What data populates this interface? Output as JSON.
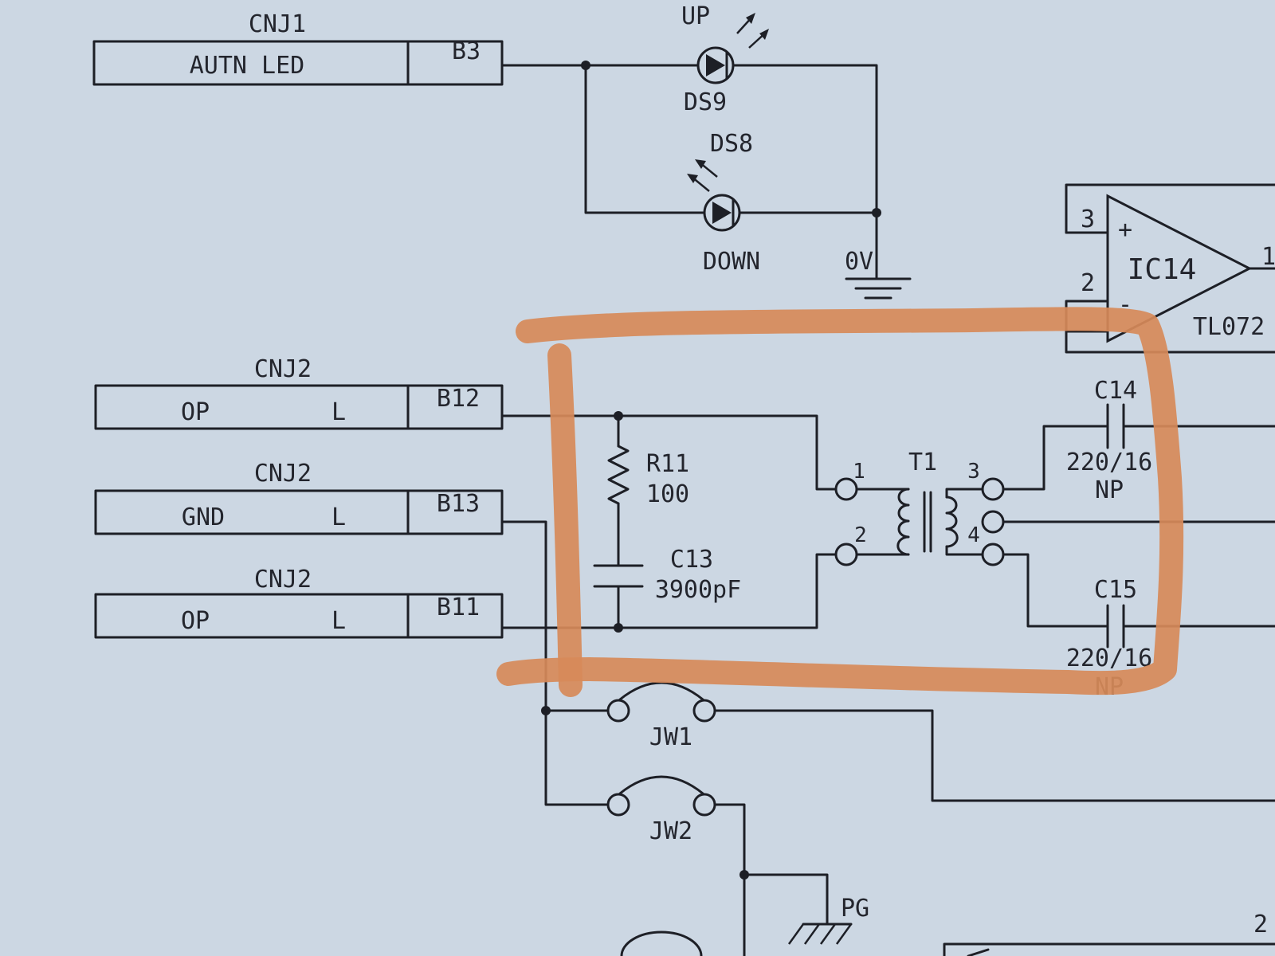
{
  "connectors": {
    "cnj1_b3": {
      "ref": "CNJ1",
      "signal": "AUTN LED",
      "suffix": "",
      "pin": "B3"
    },
    "cnj2_b12": {
      "ref": "CNJ2",
      "signal": "OP",
      "suffix": "L",
      "pin": "B12"
    },
    "cnj2_b13": {
      "ref": "CNJ2",
      "signal": "GND",
      "suffix": "L",
      "pin": "B13"
    },
    "cnj2_b11": {
      "ref": "CNJ2",
      "signal": "OP",
      "suffix": "L",
      "pin": "B11"
    }
  },
  "leds": {
    "ds9": {
      "ref": "DS9",
      "label": "UP"
    },
    "ds8": {
      "ref": "DS8",
      "label": "DOWN"
    }
  },
  "ground": {
    "label": "0V"
  },
  "resistor": {
    "ref": "R11",
    "value": "100"
  },
  "capacitor_c13": {
    "ref": "C13",
    "value": "3900pF"
  },
  "transformer": {
    "ref": "T1",
    "pins": [
      "1",
      "2",
      "3",
      "4"
    ]
  },
  "capacitor_c14": {
    "ref": "C14",
    "value": "220/16",
    "note": "NP"
  },
  "capacitor_c15": {
    "ref": "C15",
    "value": "220/16",
    "note": "NP"
  },
  "opamp": {
    "ref": "IC14",
    "part": "TL072",
    "pin_plus": "3",
    "pin_minus": "2",
    "pin_out": "1",
    "plus_sign": "+",
    "minus_sign": "-"
  },
  "jumpers": {
    "jw1": "JW1",
    "jw2": "JW2"
  },
  "pg": {
    "label": "PG"
  },
  "corner_pin": {
    "label": "2"
  },
  "highlight": {
    "color": "#d78a59"
  },
  "colors": {
    "paper": "#ccd7e3",
    "ink": "#1d1f26"
  }
}
